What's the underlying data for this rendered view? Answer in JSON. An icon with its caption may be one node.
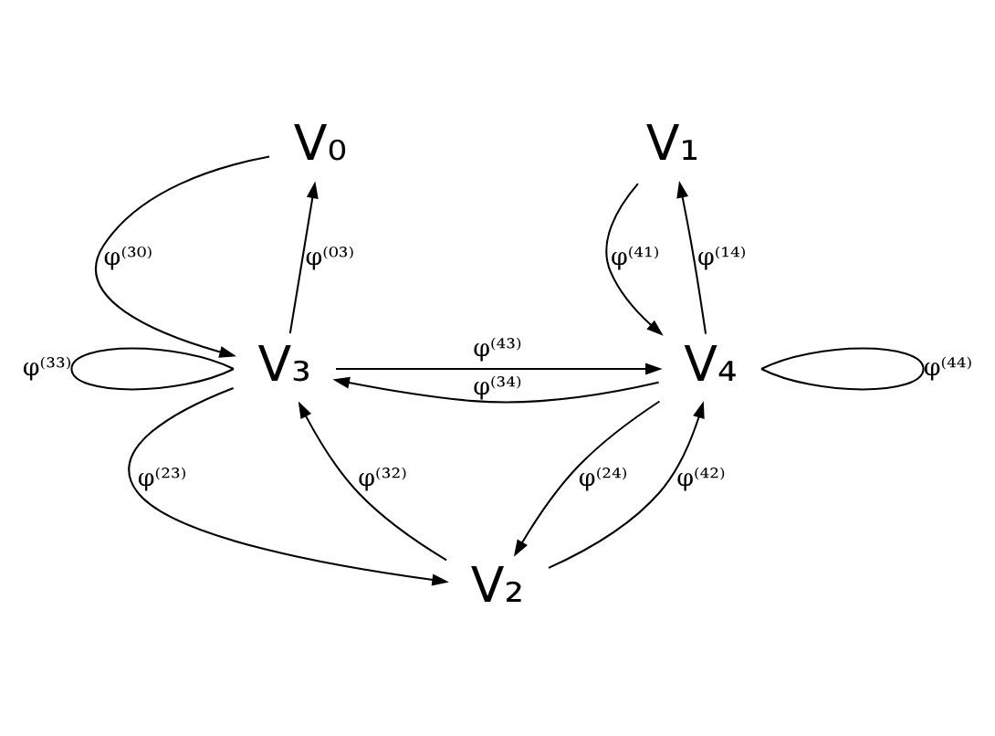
{
  "diagram": {
    "nodes": [
      {
        "text": [
          "V₀"
        ]
      },
      {
        "text": [
          "V₁"
        ]
      },
      {
        "text": [
          "V₃"
        ]
      },
      {
        "text": [
          "V₄"
        ]
      },
      {
        "text": [
          "V₂"
        ]
      }
    ],
    "edges": [
      {
        "from": 0,
        "to": 2,
        "arrow": "to",
        "label": "φ⁽³⁰⁾"
      },
      {
        "from": 2,
        "to": 0,
        "arrow": "to",
        "label": "φ⁽⁰³⁾"
      },
      {
        "from": 3,
        "to": 1,
        "arrow": "to",
        "label": "φ⁽¹⁴⁾"
      },
      {
        "from": 1,
        "to": 3,
        "arrow": "to",
        "label": "φ⁽⁴¹⁾"
      },
      {
        "from": 2,
        "to": 3,
        "arrow": "to",
        "label": "φ⁽⁴³⁾"
      },
      {
        "from": 3,
        "to": 2,
        "arrow": "to",
        "label": "φ⁽³⁴⁾"
      },
      {
        "from": 2,
        "to": 2,
        "arrow": "none",
        "label": "φ⁽³³⁾"
      },
      {
        "from": 3,
        "to": 3,
        "arrow": "none",
        "label": "φ⁽⁴⁴⁾"
      },
      {
        "from": 2,
        "to": 4,
        "arrow": "to",
        "label": "φ⁽²³⁾"
      },
      {
        "from": 4,
        "to": 3,
        "arrow": "to",
        "label": "φ⁽⁴²⁾"
      },
      {
        "from": 4,
        "to": 2,
        "arrow": "to",
        "label": "φ⁽³²⁾"
      },
      {
        "from": 3,
        "to": 4,
        "arrow": "to",
        "label": "φ⁽²⁴⁾"
      }
    ]
  }
}
